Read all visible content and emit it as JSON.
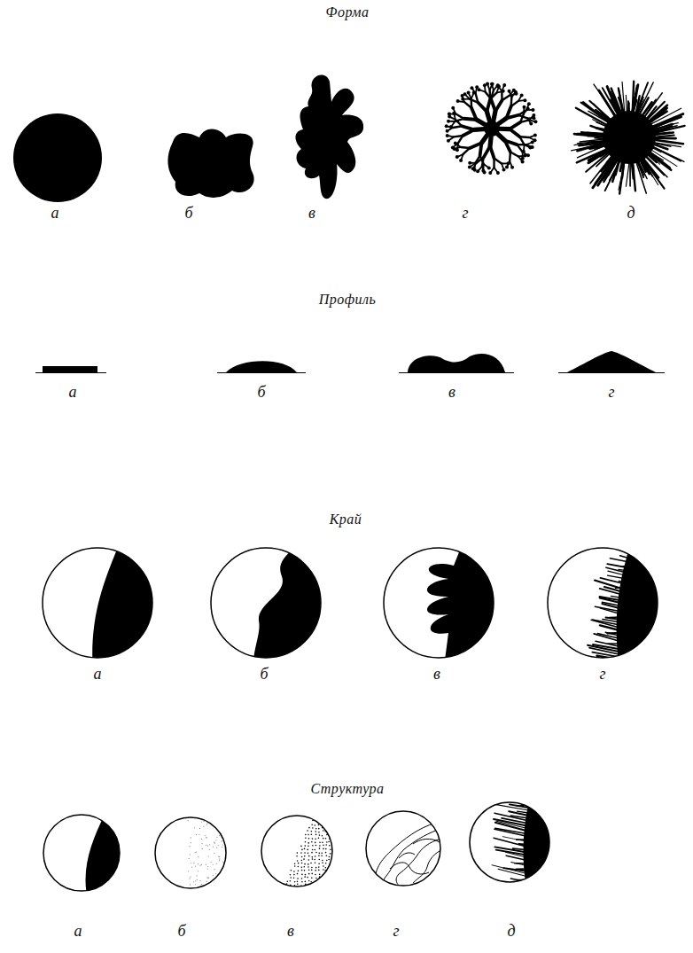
{
  "diagram": {
    "labels": [
      "Форма",
      "а",
      "б",
      "в",
      "г",
      "д",
      "Профиль",
      "а",
      "б",
      "в",
      "г",
      "Край",
      "а",
      "б",
      "в",
      "г",
      "Структура",
      "а",
      "б",
      "в",
      "г",
      "д"
    ]
  }
}
